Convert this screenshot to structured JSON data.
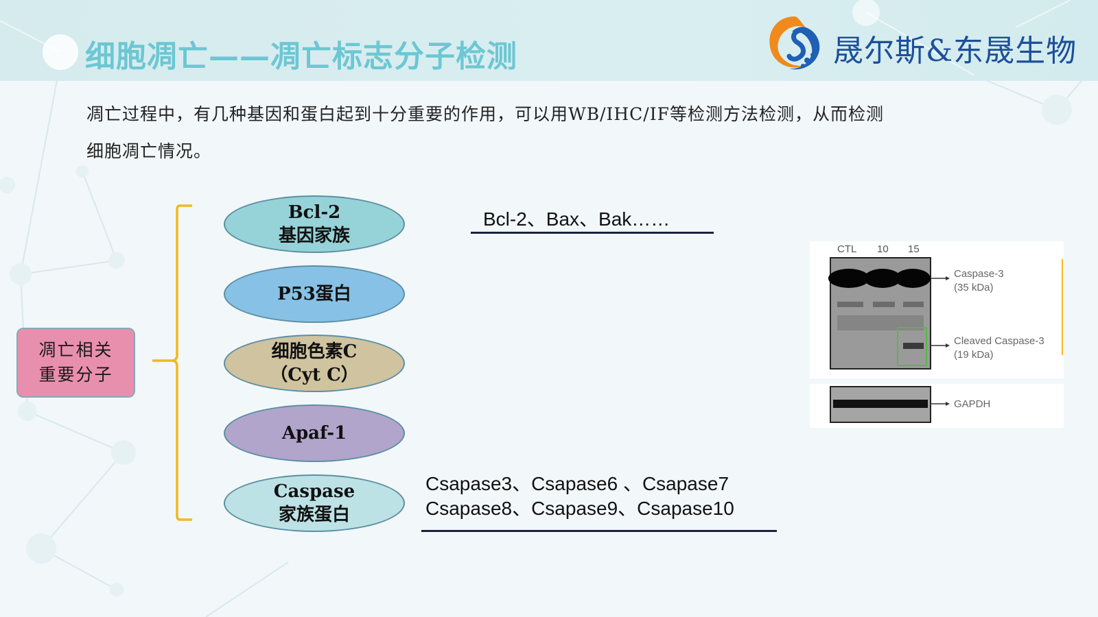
{
  "header": {
    "title": "细胞凋亡——凋亡标志分子检测",
    "company": "晟尔斯&东晟生物"
  },
  "intro": {
    "line1": "凋亡过程中，有几种基因和蛋白起到十分重要的作用，可以用WB/IHC/IF等检测方法检测，从而检测",
    "line2": "细胞凋亡情况。"
  },
  "diagram": {
    "root": {
      "line1": "凋亡相关",
      "line2": "重要分子"
    },
    "nodes": [
      {
        "line1": "Bcl-2",
        "line2": "基因家族"
      },
      {
        "line1": "P53蛋白",
        "line2": ""
      },
      {
        "line1": "细胞色素C",
        "line2": "（Cyt C）"
      },
      {
        "line1": "Apaf-1",
        "line2": ""
      },
      {
        "line1": "Caspase",
        "line2": "家族蛋白"
      }
    ],
    "notes": {
      "bcl2": "Bcl-2、Bax、Bak……",
      "caspase_line1": "Csapase3、Csapase6 、Csapase7",
      "caspase_line2": "Csapase8、Csapase9、Csapase10"
    },
    "brace_color": "#f2b91c"
  },
  "blot": {
    "lanes": [
      "CTL",
      "10",
      "15"
    ],
    "labels": [
      {
        "line1": "Caspase-3",
        "line2": "(35 kDa)"
      },
      {
        "line1": "Cleaved Caspase-3",
        "line2": "(19 kDa)"
      },
      {
        "line1": "GAPDH",
        "line2": ""
      }
    ]
  },
  "colors": {
    "title": "#6cc7d3",
    "company": "#1d4f9a",
    "root_fill": "#e98fae"
  }
}
